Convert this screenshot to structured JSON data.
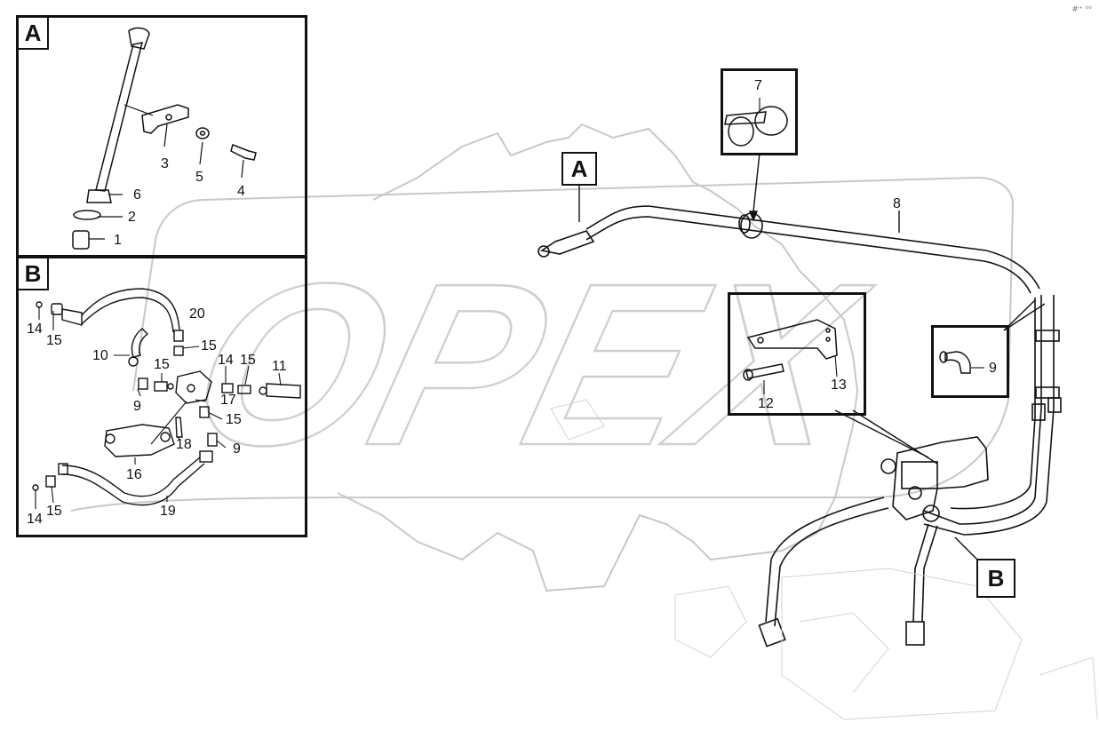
{
  "watermark": {
    "text": "OPEX"
  },
  "corner_mark": "#⁺ ᵒᵒ",
  "callouts": {
    "A": "A",
    "B": "B"
  },
  "parts": {
    "p1": "1",
    "p2": "2",
    "p3": "3",
    "p4": "4",
    "p5": "5",
    "p6": "6",
    "p7": "7",
    "p8": "8",
    "p9": "9",
    "p10": "10",
    "p11": "11",
    "p12": "12",
    "p13": "13",
    "p14": "14",
    "p15": "15",
    "p16": "16",
    "p17": "17",
    "p18": "18",
    "p19": "19",
    "p20": "20"
  },
  "colors": {
    "line": "#111111",
    "watermark": "#c8c8c8",
    "background": "#ffffff"
  }
}
